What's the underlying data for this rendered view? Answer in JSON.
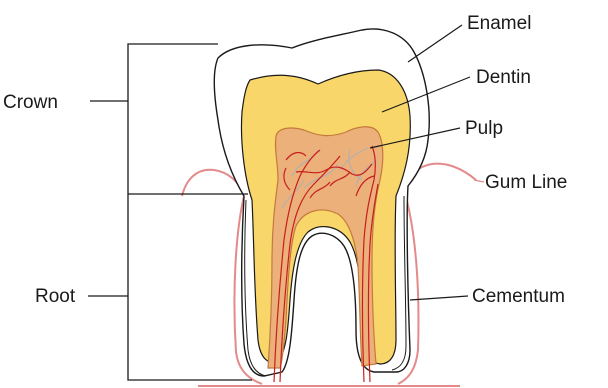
{
  "labels": {
    "enamel": "Enamel",
    "dentin": "Dentin",
    "pulp": "Pulp",
    "gum_line": "Gum Line",
    "cementum": "Cementum",
    "crown": "Crown",
    "root": "Root"
  },
  "colors": {
    "enamel": "#ffffff",
    "dentin": "#f9d66a",
    "pulp": "#ecb07a",
    "pulp_edge": "#c47a3c",
    "vessels": "#c81e1e",
    "nerves": "#b0b0b0",
    "gum": "#e58a8a",
    "outline": "#1a1a1a"
  }
}
